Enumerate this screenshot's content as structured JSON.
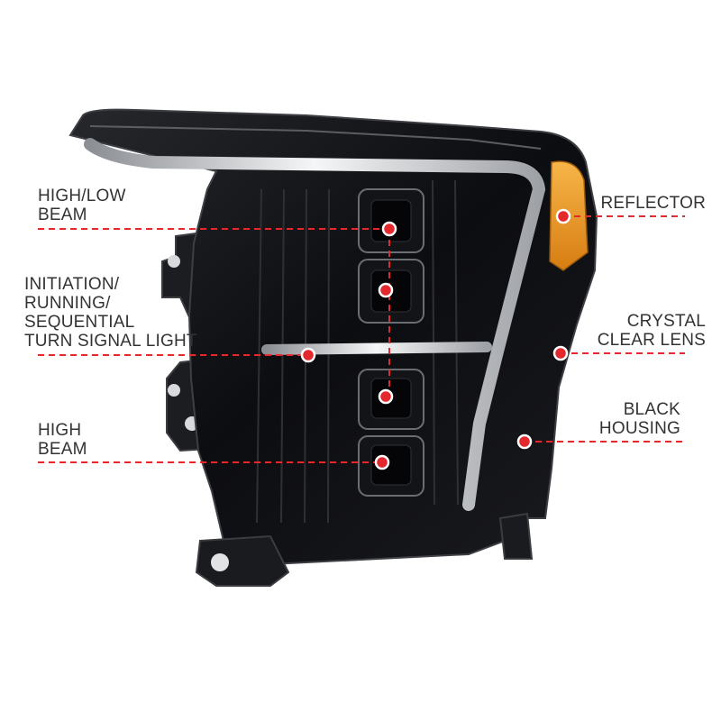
{
  "callouts": {
    "high_low_beam": [
      "HIGH/LOW",
      "BEAM"
    ],
    "initiation": [
      "INITIATION/",
      "RUNNING/",
      "SEQUENTIAL",
      "TURN SIGNAL LIGHT"
    ],
    "high_beam": [
      "HIGH",
      "BEAM"
    ],
    "reflector": [
      "REFLECTOR"
    ],
    "crystal_clear_lens": [
      "CRYSTAL",
      "CLEAR LENS"
    ],
    "black_housing": [
      "BLACK",
      "HOUSING"
    ]
  },
  "colors": {
    "leader_line": "#e3282e",
    "housing": "#101114",
    "reflector": "#f2a12a",
    "drl_strip": "#e9ecef"
  },
  "icons": [
    "red-dot-marker-icon"
  ]
}
